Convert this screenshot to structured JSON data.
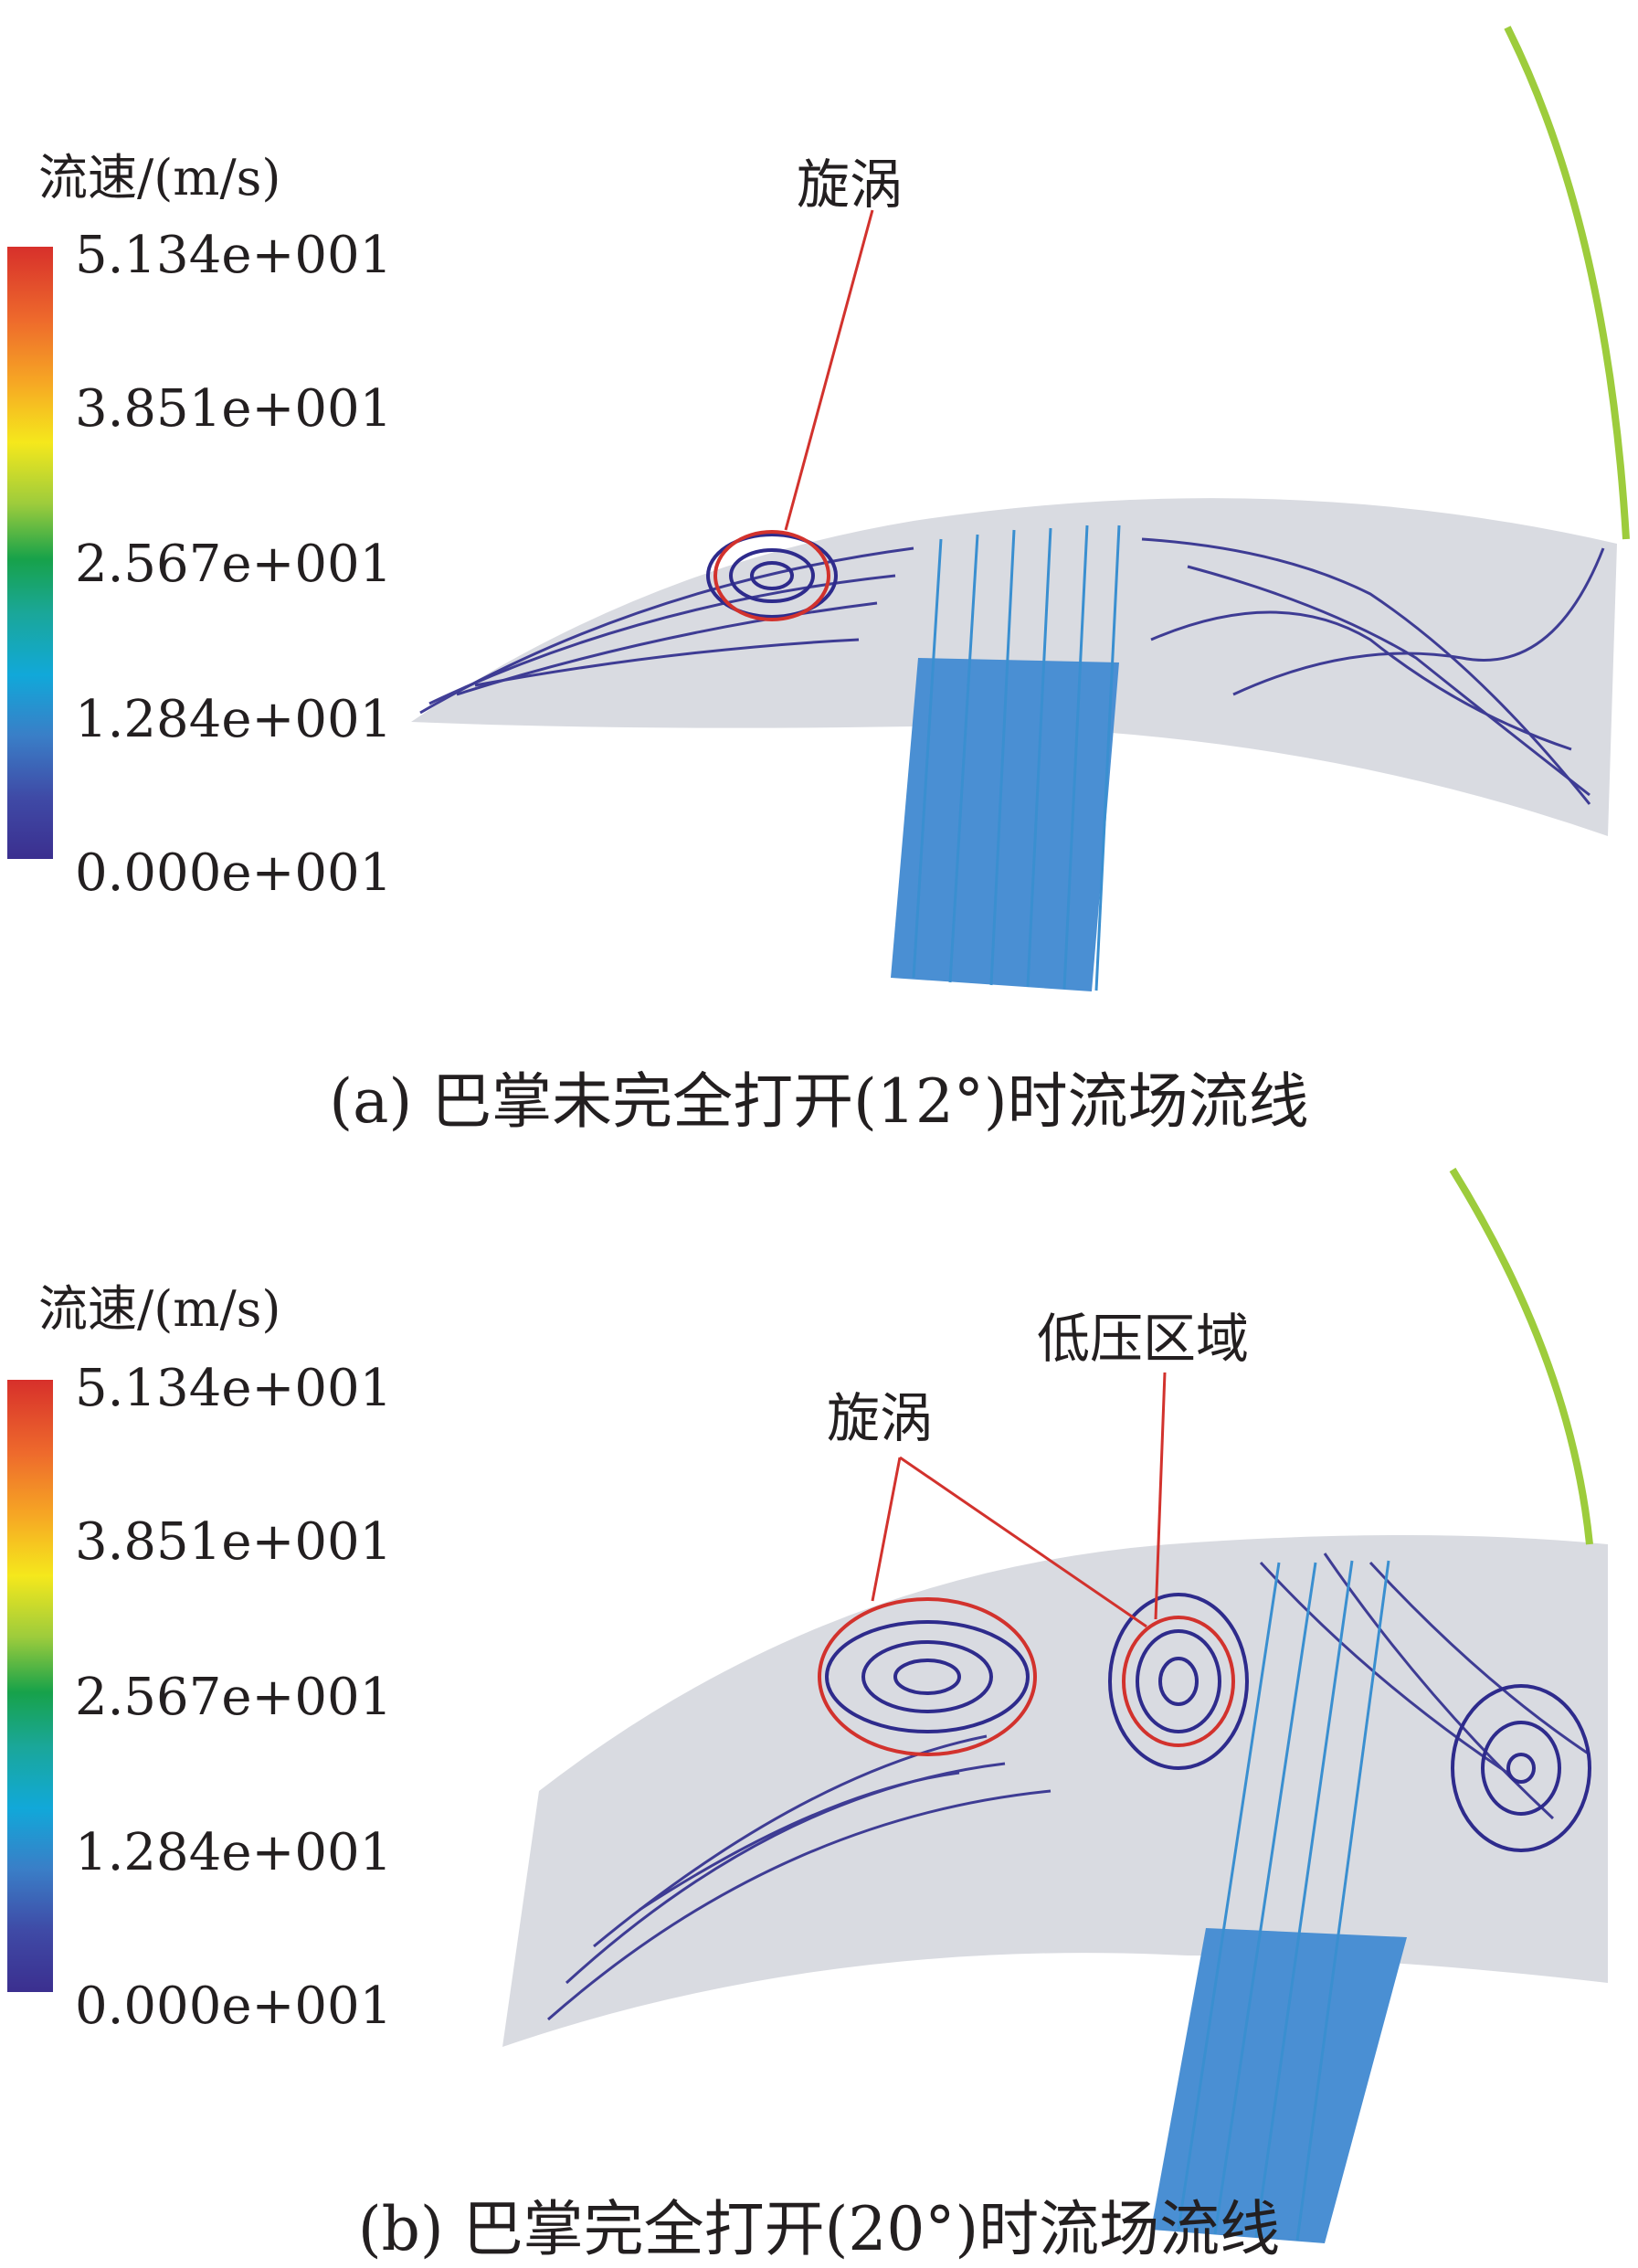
{
  "colorbar": {
    "title": "流速/(m/s)",
    "ticks": [
      "5.134e+001",
      "3.851e+001",
      "2.567e+001",
      "1.284e+001",
      "0.000e+001"
    ]
  },
  "panel_a": {
    "caption": "(a)  巴掌未完全打开(12°)时流场流线",
    "annotations": {
      "vortex": "旋涡"
    }
  },
  "panel_b": {
    "caption": "(b)  巴掌完全打开(20°)时流场流线",
    "annotations": {
      "vortex": "旋涡",
      "low_pressure": "低压区域"
    }
  },
  "colors": {
    "annotation": "#d2322d",
    "streamline_dark": "#2e2b8c",
    "streamline_light": "#3a8fd0",
    "domain_fill": "#d9dbe1"
  }
}
